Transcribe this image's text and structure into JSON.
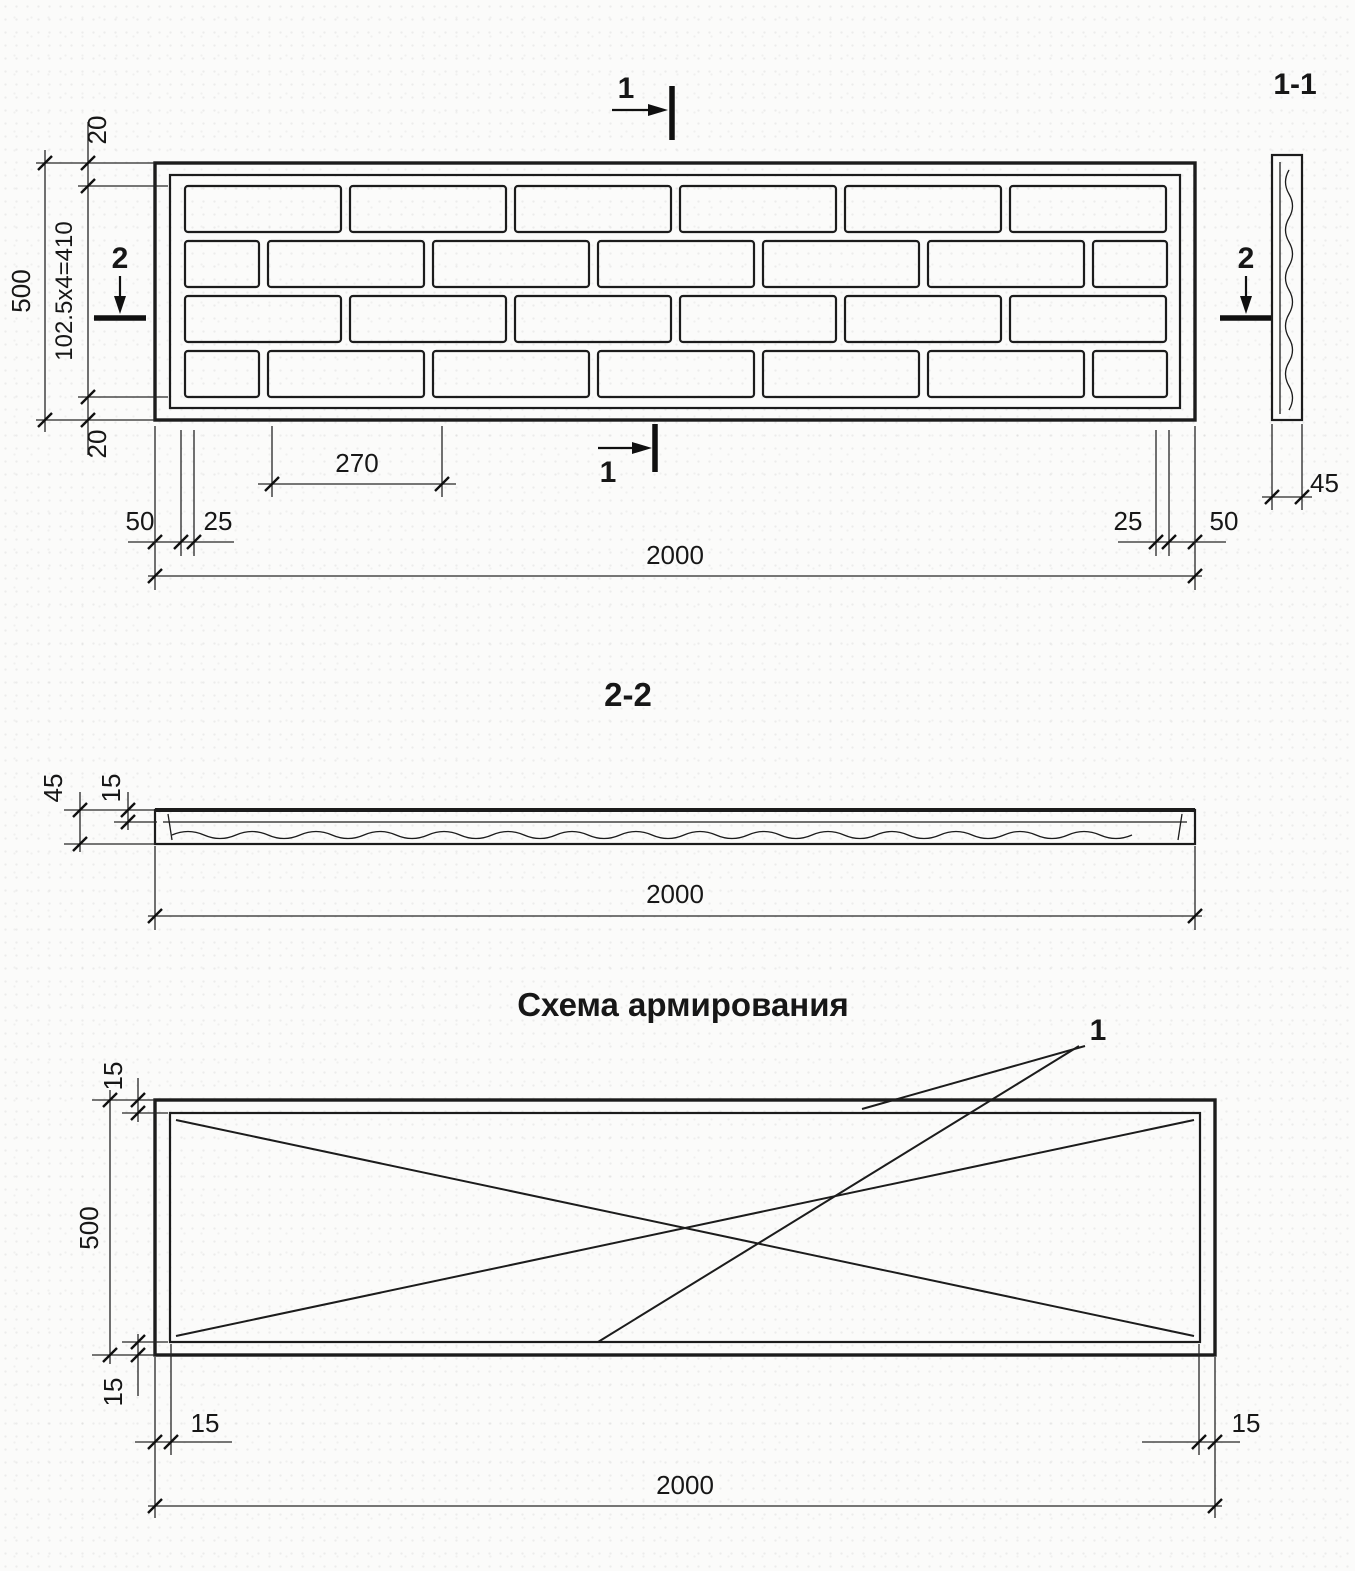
{
  "plan": {
    "markers": {
      "top": "1",
      "bottom": "1",
      "left": "2",
      "right": "2"
    },
    "dims": {
      "height_total": "500",
      "margin_top": "20",
      "brick_zone": "102.5x4=410",
      "margin_bottom": "20",
      "brick": "270",
      "edge_left": "50",
      "inset_left": "25",
      "inset_right": "25",
      "edge_right": "50",
      "width_total": "2000"
    }
  },
  "section_1_1": {
    "title": "1-1",
    "thickness": "45"
  },
  "section_2_2": {
    "title": "2-2",
    "height": "45",
    "top_layer": "15",
    "width": "2000"
  },
  "scheme": {
    "title": "Схема армирования",
    "callout": "1",
    "dims": {
      "inset_top": "15",
      "height": "500",
      "inset_bottom": "15",
      "inset_left": "15",
      "inset_right": "15",
      "width": "2000"
    }
  },
  "colors": {
    "line": "#1c1c1c",
    "paper": "#fbfbfa"
  }
}
